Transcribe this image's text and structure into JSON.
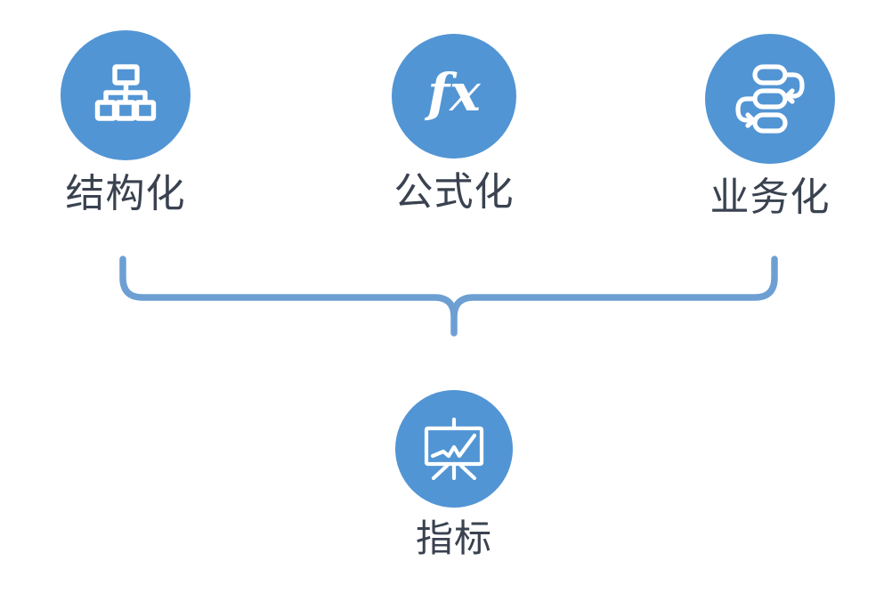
{
  "diagram": {
    "type": "convergence-brace",
    "title": "",
    "accent_color": "#5295d4",
    "connector_color": "#6d9fd3",
    "label_color": "#3a4250",
    "icon_color": "#ffffff",
    "background": "#ffffff",
    "inputs": [
      {
        "id": "structured",
        "label": "结构化",
        "icon": "hierarchy-icon",
        "icon_description": "org-chart: one parent box branching to three child boxes"
      },
      {
        "id": "formula",
        "label": "公式化",
        "icon": "function-fx-icon",
        "icon_text": "fx",
        "icon_description": "bold italic fx function symbol"
      },
      {
        "id": "business",
        "label": "业务化",
        "icon": "process-flow-icon",
        "icon_description": "three stacked pills with curved recycle arrows on right and left"
      }
    ],
    "output": {
      "id": "indicator",
      "label": "指标",
      "icon": "presentation-chart-icon",
      "icon_description": "easel presentation board with zigzag rising trend line"
    },
    "connector": {
      "shape": "curly-brace",
      "direction": "three-inputs-converge-to-one-output"
    }
  }
}
